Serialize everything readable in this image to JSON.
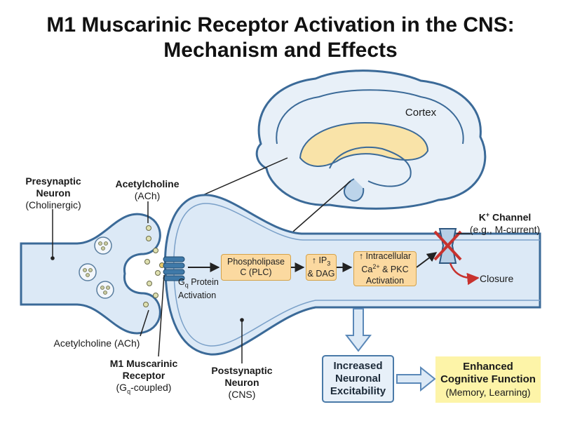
{
  "title": {
    "line1": "M1 Muscarinic Receptor Activation in the CNS:",
    "line2": "Mechanism and Effects"
  },
  "labels": {
    "cortex": "Cortex",
    "presynaptic_title": "Presynaptic",
    "presynaptic_title2": "Neuron",
    "presynaptic_sub": "(Cholinergic)",
    "ach_top_title": "Acetylcholine",
    "ach_top_sub": "(ACh)",
    "ach_bottom": "Acetylcholine (ACh)",
    "m1_title": "M1 Muscarinic",
    "m1_title2": "Receptor",
    "m1_sub_pre": "(G",
    "m1_sub_q": "q",
    "m1_sub_post": "-coupled)",
    "gq_g": "G",
    "gq_q": "q",
    "gq_rest": " Protein",
    "gq_line2": "Activation",
    "postsynaptic_title": "Postsynaptic",
    "postsynaptic_title2": "Neuron",
    "postsynaptic_sub": "(CNS)",
    "k_title_k": "K",
    "k_title_plus": "+",
    "k_title_rest": " Channel",
    "k_sub": "(e.g., M-current)",
    "closure": "Closure"
  },
  "boxes": {
    "plc_line1": "Phospholipase",
    "plc_line2": "C (PLC)",
    "ip3_pre": "↑ IP",
    "ip3_sub": "3",
    "ip3_line2": "& DAG",
    "ca_line1": "↑ Intracellular",
    "ca_pre": "Ca",
    "ca_sup": "2+",
    "ca_post": " & PKC",
    "ca_line3": "Activation"
  },
  "outcomes": {
    "excitability_line1": "Increased",
    "excitability_line2": "Neuronal",
    "excitability_line3": "Excitability",
    "cognitive_line1": "Enhanced",
    "cognitive_line2": "Cognitive Function",
    "cognitive_line3": "(Memory, Learning)"
  },
  "colors": {
    "neuron_fill": "#dce9f6",
    "neuron_stroke": "#3b6a98",
    "box_fill": "#fbd9a0",
    "effect_fill": "#fdf4a8",
    "inhibit_red": "#c8322e"
  }
}
